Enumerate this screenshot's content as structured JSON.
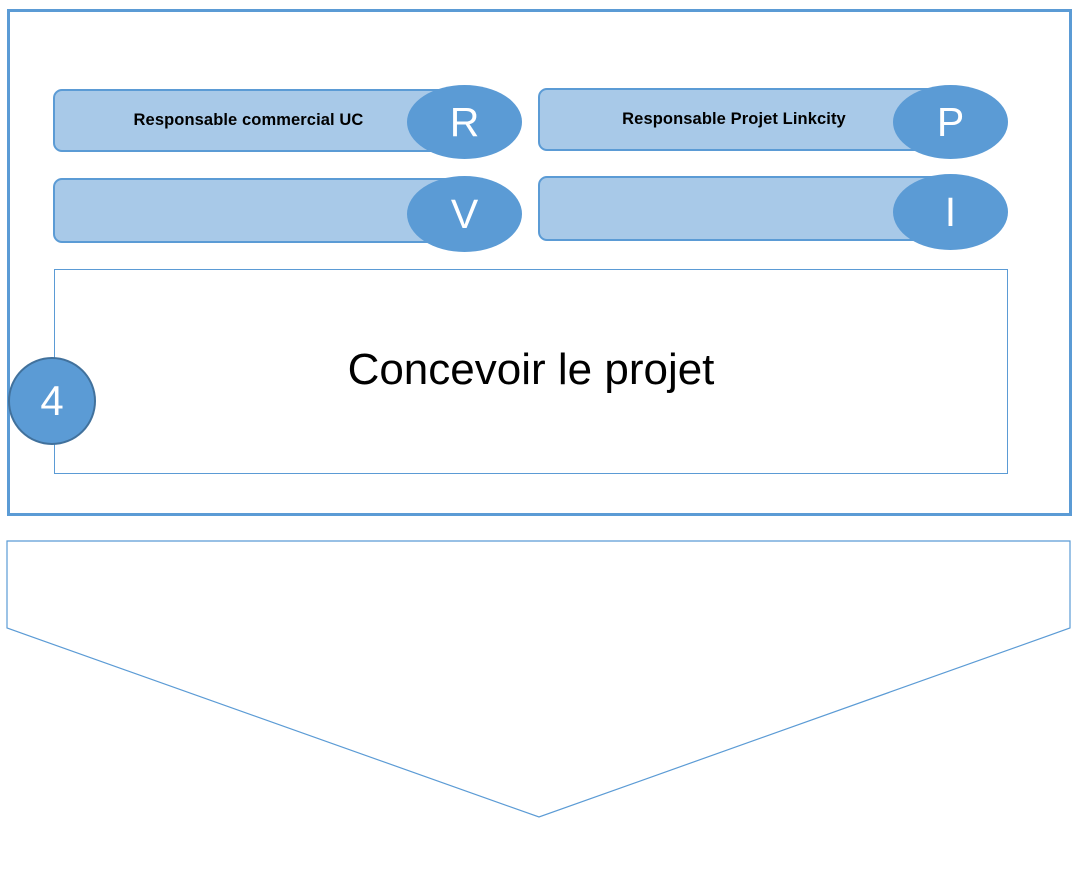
{
  "diagram": {
    "kind": "swimlane-process-step",
    "colors": {
      "frame_border": "#5B9BD5",
      "bar_fill": "#A8C9E8",
      "bar_border": "#5B9BD5",
      "marker_fill": "#5B9BD5",
      "marker_text": "#FFFFFF",
      "step_circle_fill": "#5B9BD5",
      "step_circle_border": "#41719C",
      "activity_box_border": "#5B9BD5",
      "chevron_stroke": "#5B9BD5",
      "background": "#FFFFFF",
      "text": "#000000"
    }
  },
  "step": {
    "number": "4"
  },
  "activity": {
    "title": "Concevoir le projet"
  },
  "roles": [
    {
      "id": "r",
      "label": "Responsable commercial UC",
      "marker": "R"
    },
    {
      "id": "p",
      "label": "Responsable Projet Linkcity",
      "marker": "P"
    },
    {
      "id": "v",
      "label": "",
      "marker": "V"
    },
    {
      "id": "i",
      "label": "",
      "marker": "I"
    }
  ],
  "chevron": {
    "name": "down-chevron-connector"
  }
}
